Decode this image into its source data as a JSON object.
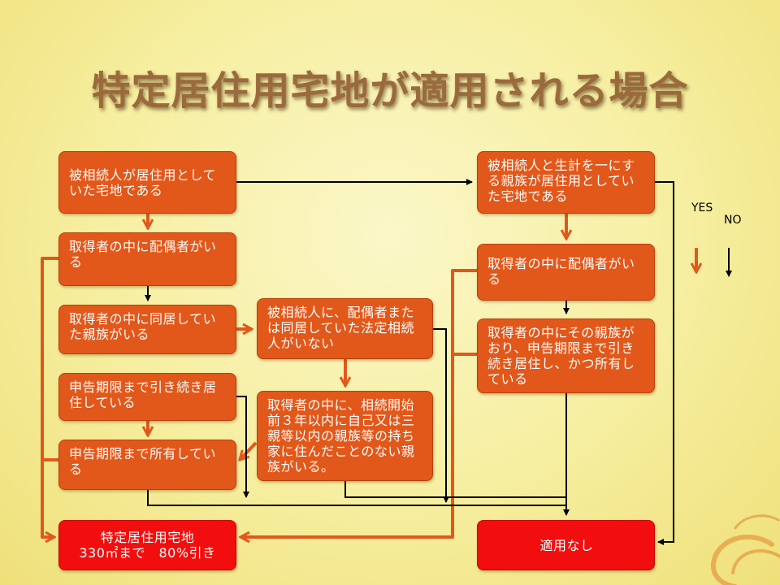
{
  "title": "特定居住用宅地が適用される場合",
  "boxes": {
    "l1": "被相続人が居住用としていた宅地である",
    "l2": "取得者の中に配偶者がいる",
    "l3": "取得者の中に同居していた親族がいる",
    "l4": "申告期限まで引き続き居住している",
    "l5": "申告期限まで所有している",
    "m1": "被相続人に、配偶者または同居していた法定相続人がいない",
    "m2": "取得者の中に、相続開始前３年以内に自己又は三親等以内の親族等の持ち家に住んだことのない親族がいる。",
    "r1": "被相続人と生計を一にする親族が居住用としていた宅地である",
    "r2": "取得者の中に配偶者がいる",
    "r3": "取得者の中にその親族がおり、申告期限まで引き続き居住し、かつ所有している",
    "result_yes_line1": "特定居住用宅地",
    "result_yes_line2": "330㎡まで　80%引き",
    "result_no": "適用なし"
  },
  "legend": {
    "yes": "YES",
    "no": "NO",
    "yes_color": "#e2581a",
    "no_color": "#000000"
  },
  "colors": {
    "box": "#e2581a",
    "result": "#f20e0e",
    "title": "#9b6a3c"
  }
}
